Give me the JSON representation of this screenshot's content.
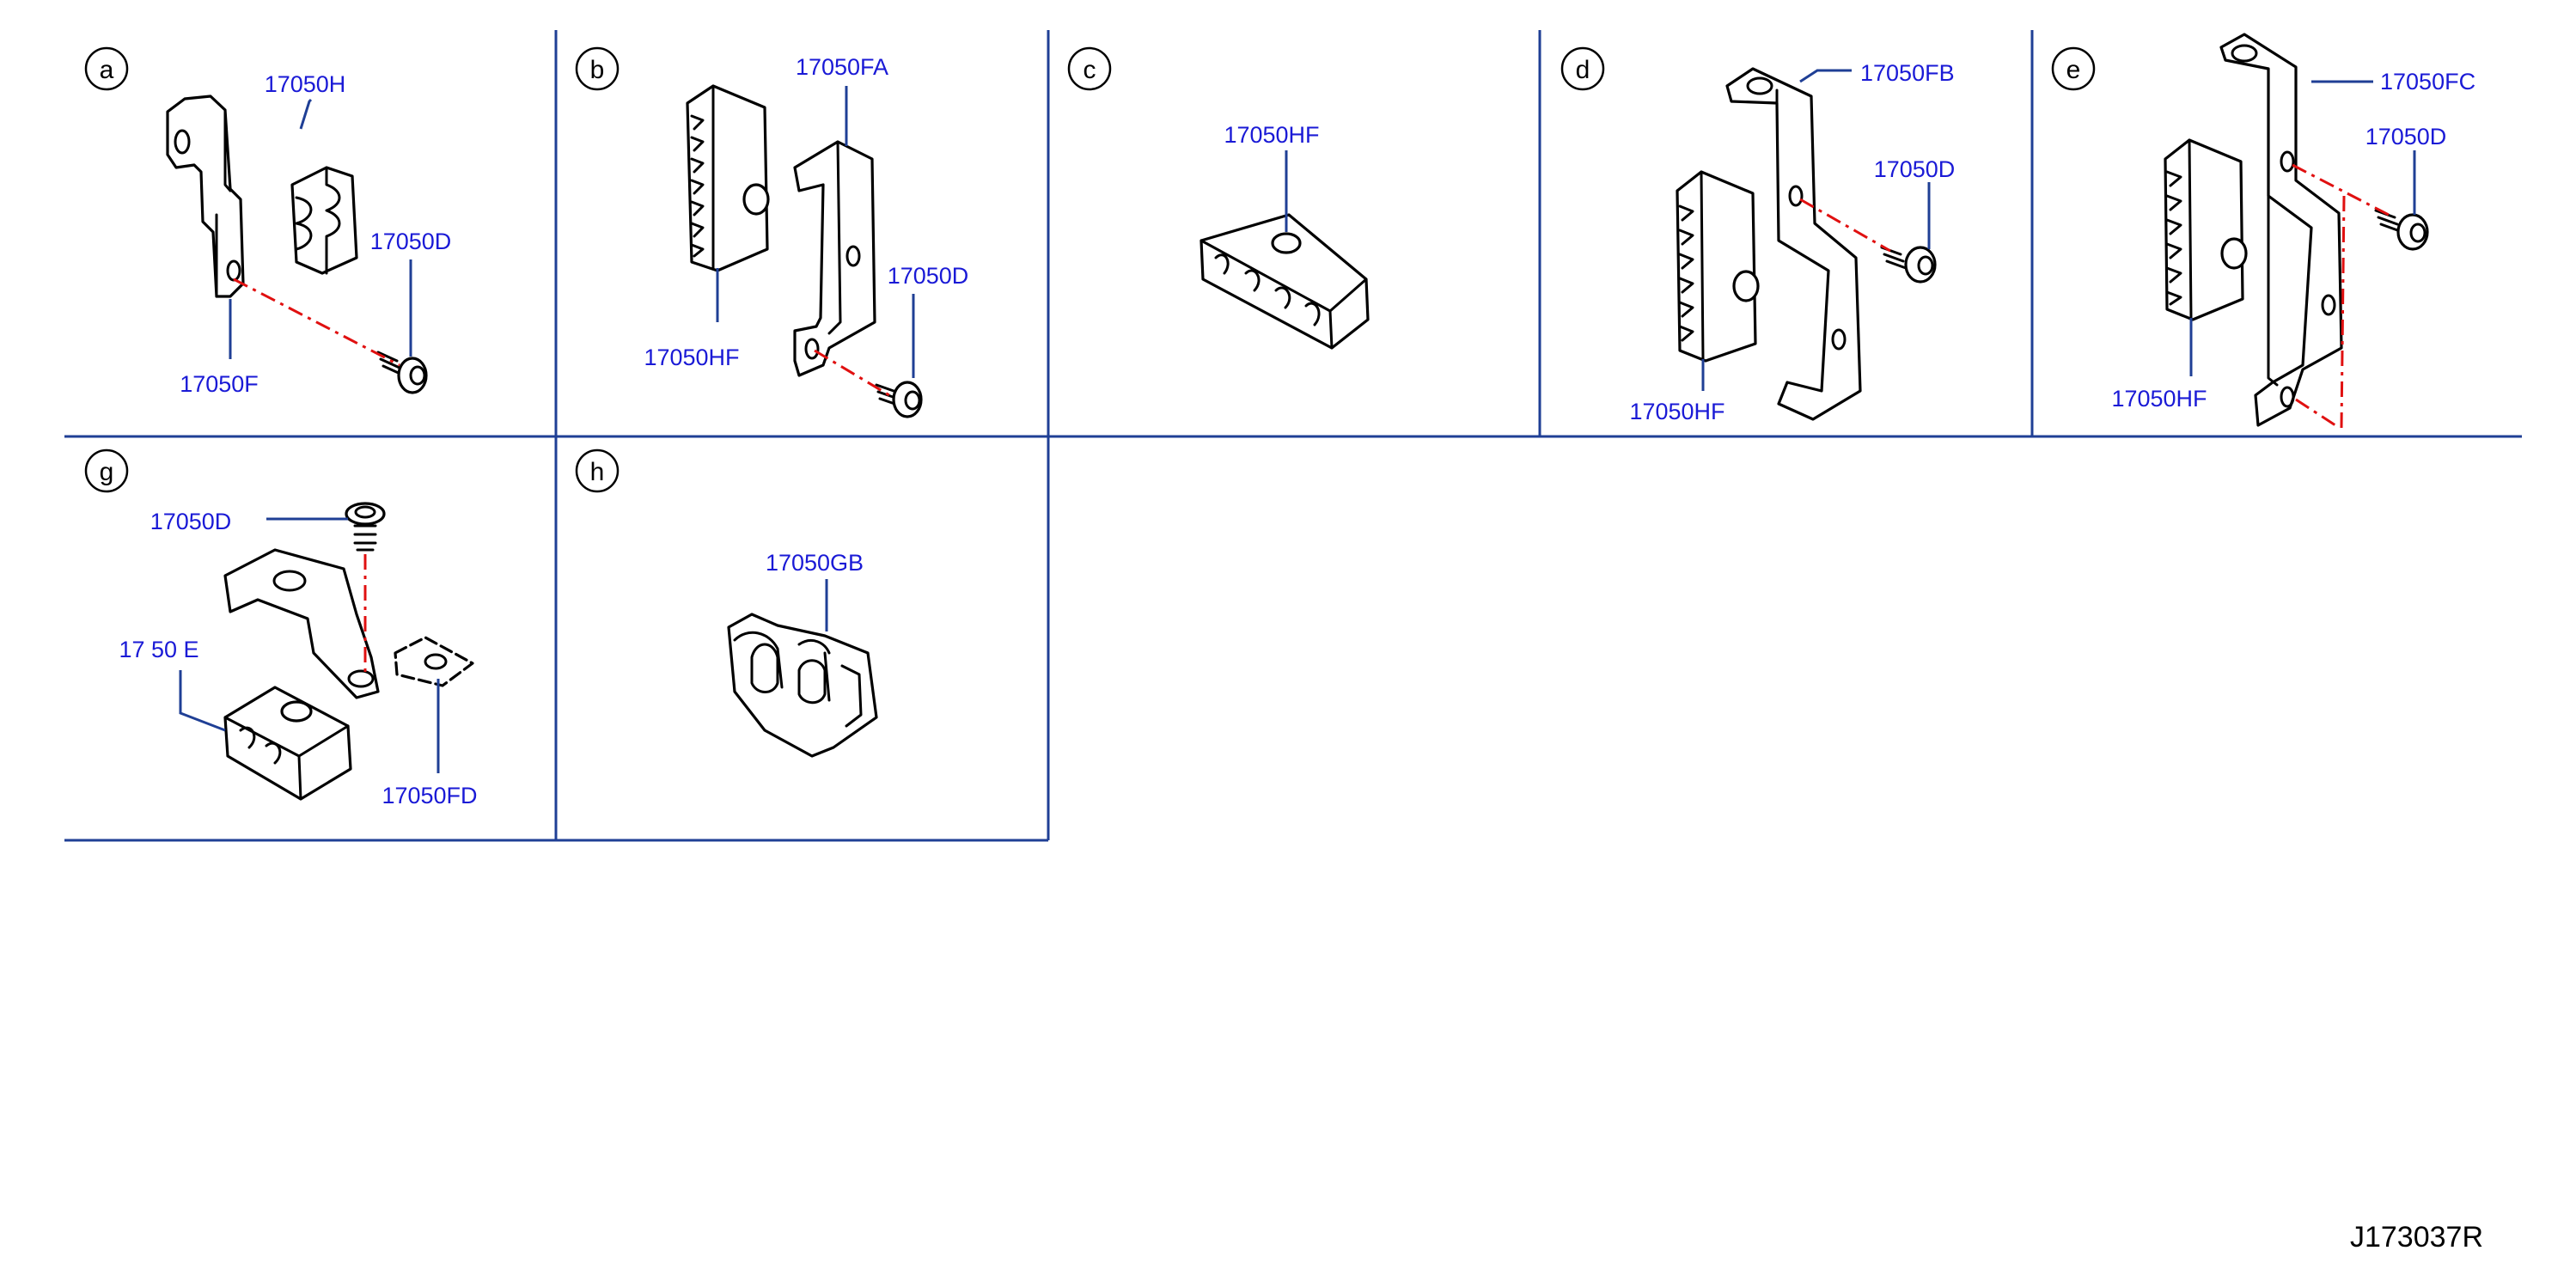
{
  "diagram_code": "J173037R",
  "colors": {
    "label": "#1a1ad6",
    "grid": "#1f3f95",
    "centerline": "#e01010",
    "part": "#000000"
  },
  "panels": {
    "a": {
      "letter": "a",
      "labels": {
        "bracket": "17050F",
        "clip": "17050H",
        "bolt": "17050D"
      }
    },
    "b": {
      "letter": "b",
      "labels": {
        "bracket": "17050FA",
        "clip": "17050HF",
        "bolt": "17050D"
      }
    },
    "c": {
      "letter": "c",
      "labels": {
        "clip": "17050HF"
      }
    },
    "d": {
      "letter": "d",
      "labels": {
        "bracket": "17050FB",
        "clip": "17050HF",
        "bolt": "17050D"
      }
    },
    "e": {
      "letter": "e",
      "labels": {
        "bracket": "17050FC",
        "clip": "17050HF",
        "bolt": "17050D"
      }
    },
    "g": {
      "letter": "g",
      "labels": {
        "bolt": "17050D",
        "clip": "17 50 E",
        "plate": "17050FD"
      }
    },
    "h": {
      "letter": "h",
      "labels": {
        "clip": "17050GB"
      }
    }
  }
}
